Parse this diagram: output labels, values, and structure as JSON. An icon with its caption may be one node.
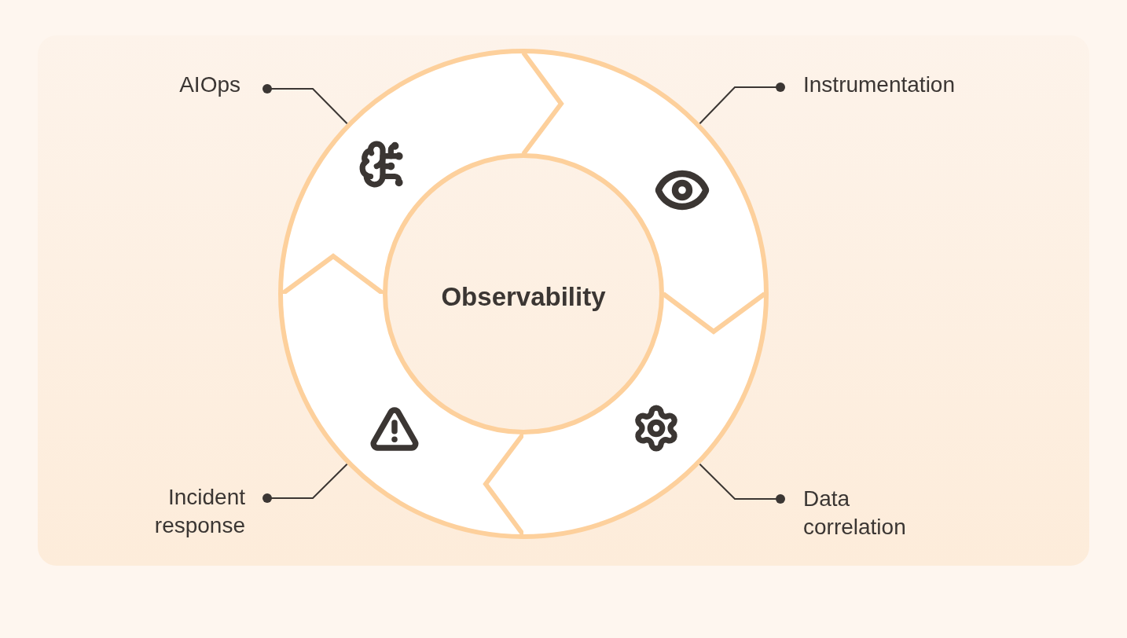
{
  "diagram": {
    "nodes": [
      {
        "text": [
          "Observability"
        ]
      },
      {
        "text": [
          "AIOps"
        ]
      },
      {
        "text": [
          "Instrumentation"
        ]
      },
      {
        "text": [
          "Data correlation"
        ]
      },
      {
        "text": [
          "Incident response"
        ]
      },
      {
        "text": [],
        "shape": "arc"
      },
      {
        "text": [],
        "shape": "arc"
      },
      {
        "text": [],
        "shape": "arc"
      },
      {
        "text": [],
        "shape": "arc"
      }
    ],
    "edges": [
      {
        "from": 1,
        "to": 5,
        "arrow": "other"
      },
      {
        "from": 2,
        "to": 6,
        "arrow": "other"
      },
      {
        "from": 3,
        "to": 8,
        "arrow": "other"
      },
      {
        "from": 4,
        "to": 7,
        "arrow": "other"
      }
    ]
  }
}
